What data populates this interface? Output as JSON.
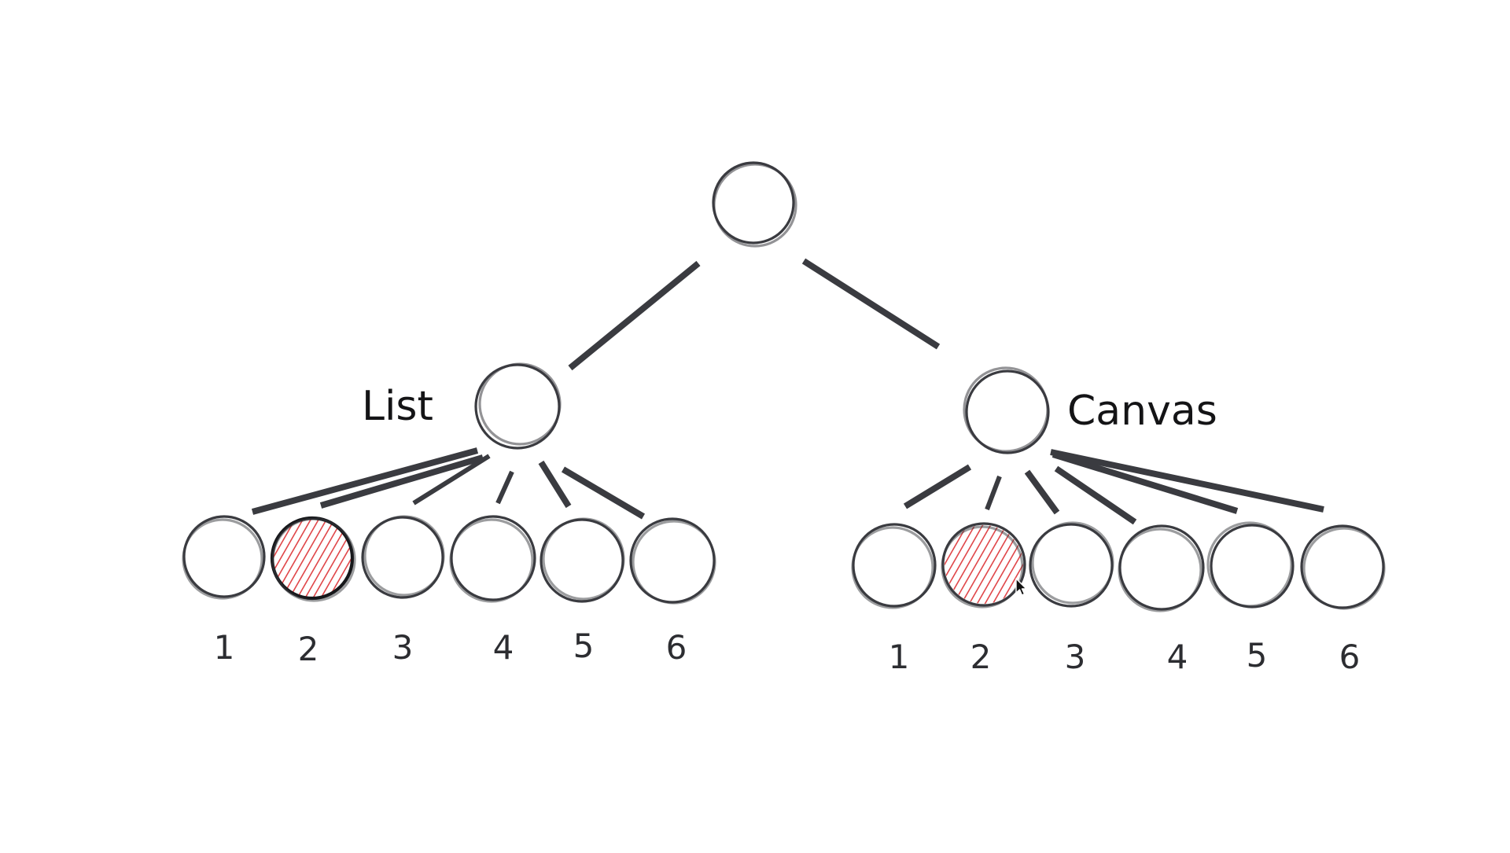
{
  "diagram": {
    "root": {
      "label": ""
    },
    "branches": [
      {
        "label": "List",
        "leaves": [
          "1",
          "2",
          "3",
          "4",
          "5",
          "6"
        ],
        "selected_leaf": "2"
      },
      {
        "label": "Canvas",
        "leaves": [
          "1",
          "2",
          "3",
          "4",
          "5",
          "6"
        ],
        "selected_leaf": "2"
      }
    ],
    "colors": {
      "stroke": "#3a3b40",
      "highlight_hatch": "#e0474a",
      "background": "#ffffff"
    },
    "icons": [
      "mouse-cursor-icon"
    ]
  }
}
